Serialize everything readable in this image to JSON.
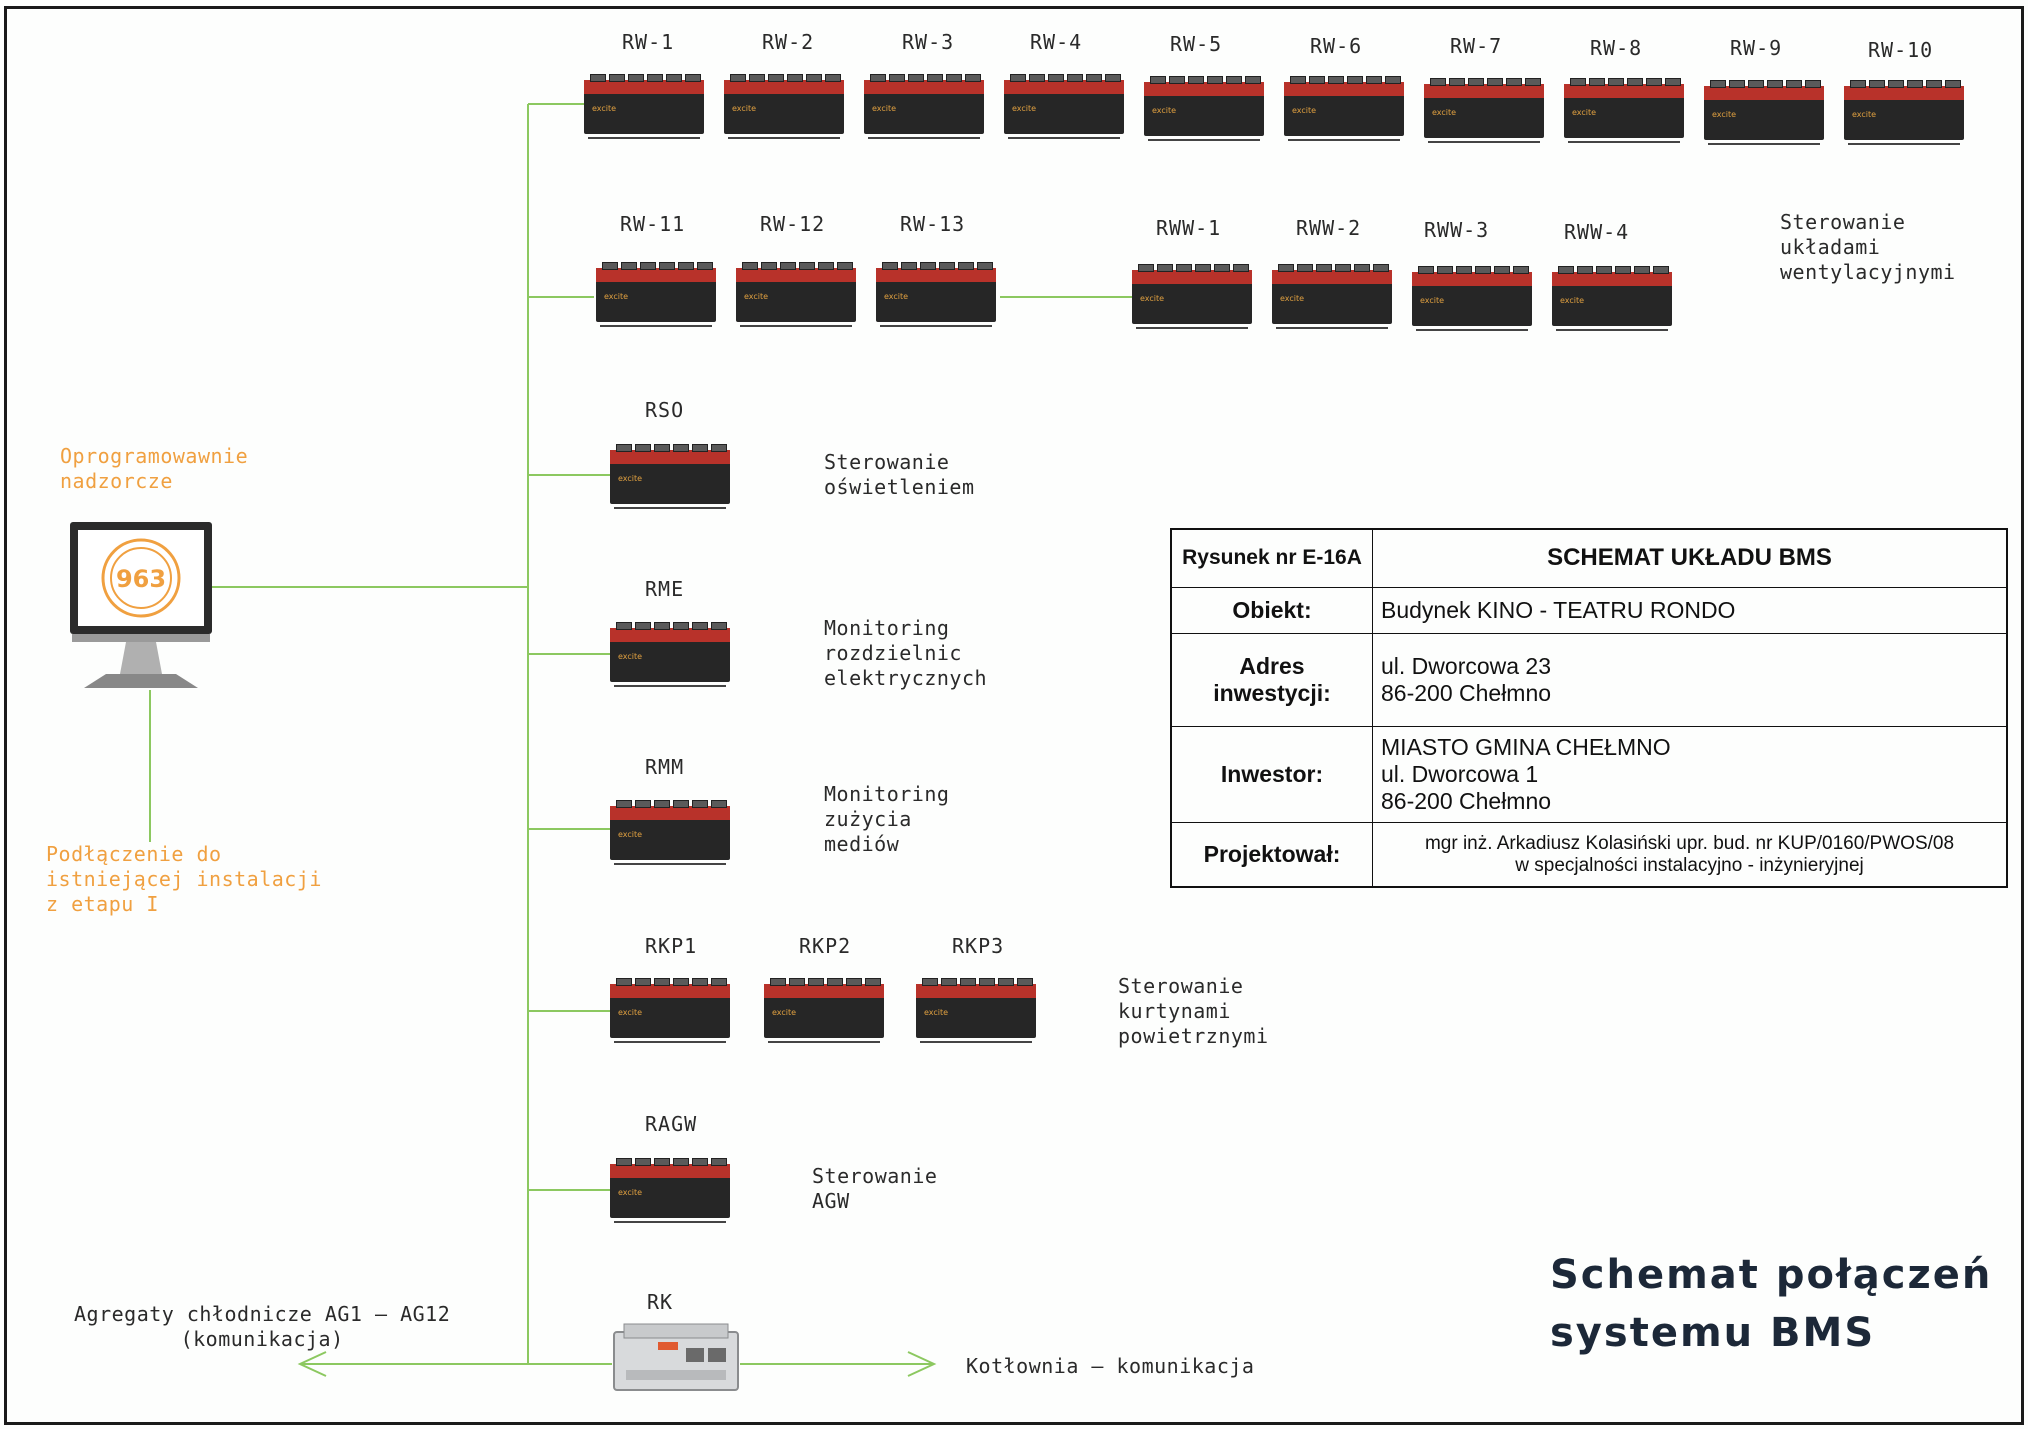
{
  "colors": {
    "line": "#8cc860",
    "orange": "#f0a040",
    "text": "#2a2a2a",
    "device_red": "#b8322a",
    "device_body": "#262626"
  },
  "devices_row1": [
    "RW-1",
    "RW-2",
    "RW-3",
    "RW-4",
    "RW-5",
    "RW-6",
    "RW-7",
    "RW-8",
    "RW-9",
    "RW-10"
  ],
  "devices_row2": [
    "RW-11",
    "RW-12",
    "RW-13"
  ],
  "devices_row2b": [
    "RWW-1",
    "RWW-2",
    "RWW-3",
    "RWW-4"
  ],
  "rso": "RSO",
  "rme": "RME",
  "rmm": "RMM",
  "rkp": [
    "RKP1",
    "RKP2",
    "RKP3"
  ],
  "ragw": "RAGW",
  "rk": "RK",
  "brand": "excite",
  "monitor_logo": "963",
  "descriptions": {
    "ventilation": "Sterowanie\nukładami\nwentylacyjnymi",
    "lighting": "Sterowanie\noświetleniem",
    "switchboards": "Monitoring\nrozdzielnic\nelektrycznych",
    "media": "Monitoring\nzużycia\nmediów",
    "curtains": "Sterowanie\nkurtynami\npowietrznymi",
    "agw": "Sterowanie\nAGW"
  },
  "supervisory": "Oprogramowawnie\nnadzorcze",
  "existing": "Podłączenie do\nistniejącej instalacji\nz etapu I",
  "chillers": "Agregaty chłodnicze AG1 – AG12\n(komunikacja)",
  "boiler": "Kotłownia – komunikacja",
  "title_block": {
    "drawing_label": "Rysunek nr E-16A",
    "drawing_title": "SCHEMAT UKŁADU BMS",
    "object_label": "Obiekt:",
    "object_value": "Budynek KINO - TEATRU RONDO",
    "address_label": "Adres inwestycji:",
    "address_line1": "ul. Dworcowa 23",
    "address_line2": "86-200 Chełmno",
    "investor_label": "Inwestor:",
    "investor_line1": "MIASTO GMINA CHEŁMNO",
    "investor_line2": "ul. Dworcowa 1",
    "investor_line3": "86-200 Chełmno",
    "designer_label": "Projektował:",
    "designer_line1": "mgr inż. Arkadiusz Kolasiński  upr. bud. nr KUP/0160/PWOS/08",
    "designer_line2": "w specjalności instalacyjno - inżynieryjnej"
  },
  "big_title_line1": "Schemat połączeń",
  "big_title_line2": "systemu BMS"
}
